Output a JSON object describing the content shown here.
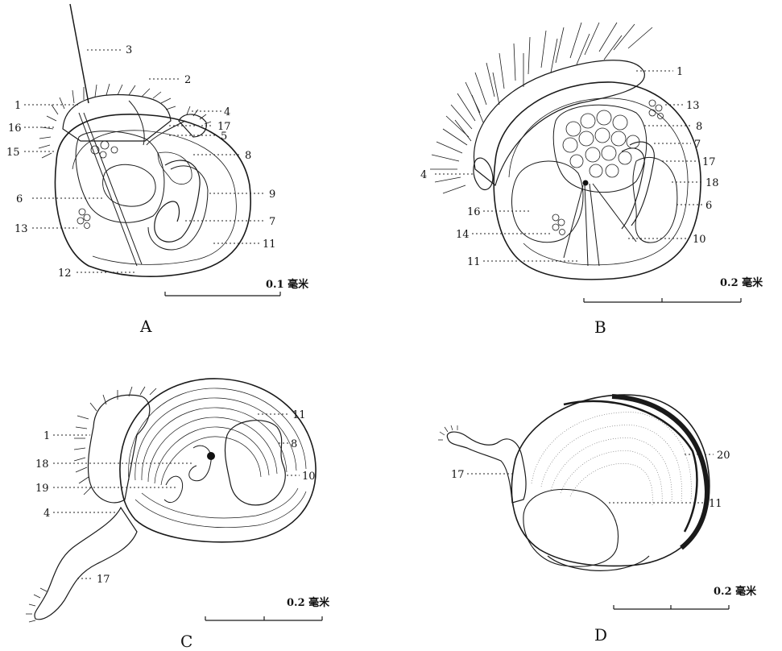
{
  "panels": [
    {
      "letter": "A",
      "scale_label": "0.1 毫米",
      "labels": [
        "1",
        "2",
        "3",
        "4",
        "5",
        "6",
        "7",
        "8",
        "9",
        "11",
        "12",
        "13",
        "15",
        "16",
        "17"
      ]
    },
    {
      "letter": "B",
      "scale_label": "0.2 毫米",
      "labels": [
        "1",
        "4",
        "6",
        "7",
        "8",
        "10",
        "11",
        "13",
        "14",
        "16",
        "17",
        "18"
      ]
    },
    {
      "letter": "C",
      "scale_label": "0.2 毫米",
      "labels": [
        "1",
        "4",
        "8",
        "10",
        "11",
        "17",
        "18",
        "19"
      ]
    },
    {
      "letter": "D",
      "scale_label": "0.2 毫米",
      "labels": [
        "11",
        "17",
        "20"
      ]
    }
  ],
  "colors": {
    "ink": "#1a1a1a",
    "stipple": "#555555",
    "paper": "#ffffff"
  }
}
